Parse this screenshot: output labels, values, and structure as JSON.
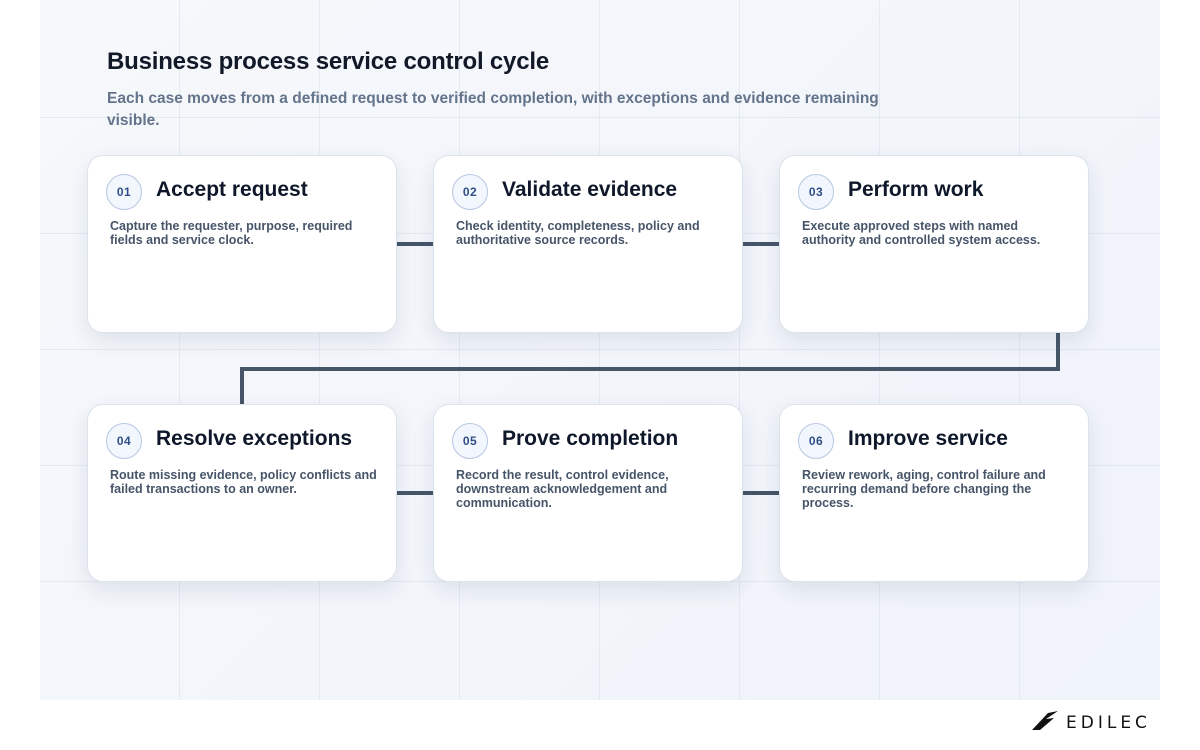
{
  "diagram": {
    "title": "Business process service control cycle",
    "subtitle": "Each case moves from a defined request to verified completion, with exceptions and evidence remaining visible.",
    "steps": [
      {
        "number": "01",
        "title": "Accept request",
        "description": "Capture the requester, purpose, required fields and service clock."
      },
      {
        "number": "02",
        "title": "Validate evidence",
        "description": "Check identity, completeness, policy and authoritative source records."
      },
      {
        "number": "03",
        "title": "Perform work",
        "description": "Execute approved steps with named authority and controlled system access."
      },
      {
        "number": "04",
        "title": "Resolve exceptions",
        "description": "Route missing evidence, policy conflicts and failed transactions to an owner."
      },
      {
        "number": "05",
        "title": "Prove completion",
        "description": "Record the result, control evidence, downstream acknowledgement and communication."
      },
      {
        "number": "06",
        "title": "Improve service",
        "description": "Review rework, aging, control failure and recurring demand before changing the process."
      }
    ]
  },
  "brand": {
    "logo_text": "EDILEC",
    "logo_icon": "wing-icon"
  },
  "colors": {
    "connector": "#475569",
    "badge_text": "#2f4f86",
    "title": "#111827",
    "subtitle": "#64748b"
  }
}
